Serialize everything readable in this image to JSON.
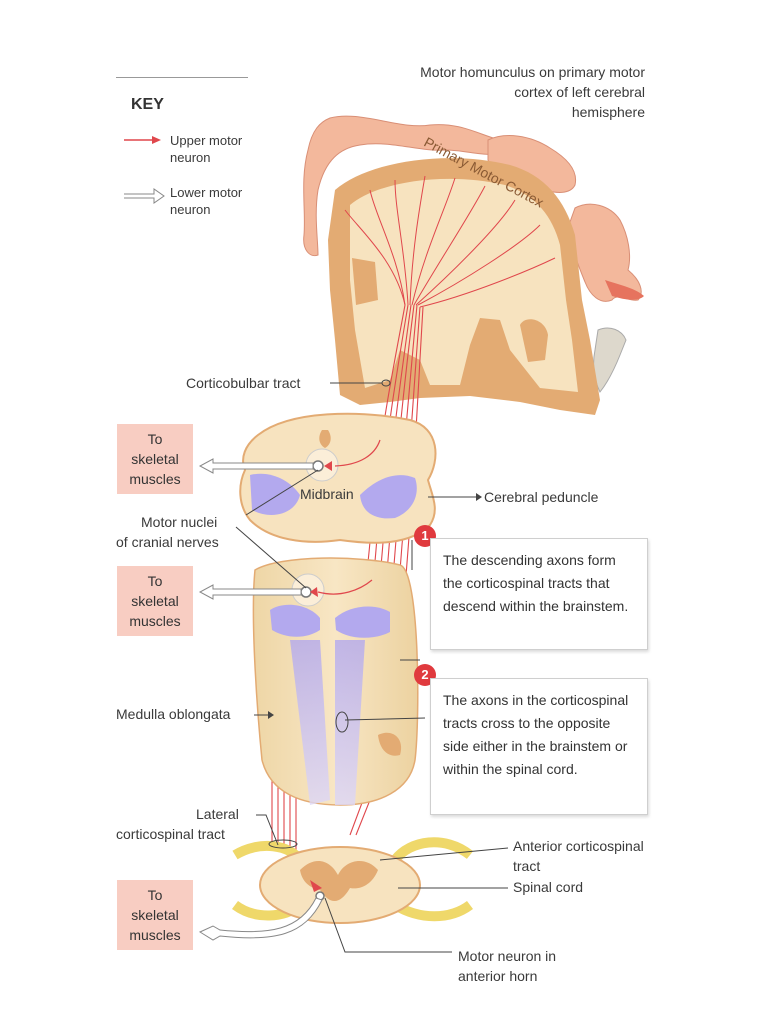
{
  "title_lines": [
    "Motor homunculus on primary motor",
    "cortex of left cerebral",
    "hemisphere"
  ],
  "cortex_label": "Primary Motor Cortex",
  "key": {
    "title": "KEY",
    "upper_motor_neuron": "Upper motor neuron",
    "lower_motor_neuron": "Lower motor neuron"
  },
  "labels": {
    "corticobulbar_tract": "Corticobulbar tract",
    "midbrain": "Midbrain",
    "cerebral_peduncle": "Cerebral peduncle",
    "motor_nuclei_line1": "Motor nuclei",
    "motor_nuclei_line2": "of cranial nerves",
    "medulla_oblongata": "Medulla oblongata",
    "lateral_line1": "Lateral",
    "lateral_line2": "corticospinal tract",
    "anterior_line1": "Anterior corticospinal",
    "anterior_line2": "tract",
    "spinal_cord": "Spinal cord",
    "motor_neuron_line1": "Motor neuron in",
    "motor_neuron_line2": "anterior horn"
  },
  "to_skeletal": [
    "To",
    "skeletal",
    "muscles"
  ],
  "steps": [
    {
      "number": "1",
      "text": "The descending axons form the corticospinal tracts that descend within the brainstem."
    },
    {
      "number": "2",
      "text": "The axons in the corticospinal tracts cross to the opposite side either in the brainstem or within the spinal cord."
    }
  ],
  "colors": {
    "upper_motor_neuron": "#e0474c",
    "lower_motor_neuron": "#ffffff",
    "tissue": "#f5deb3",
    "cortex_gray": "#e8b984",
    "tract_purple": "#a9a0e6",
    "callout_marker": "#e03a3e",
    "label_box": "#f8cdc2"
  }
}
